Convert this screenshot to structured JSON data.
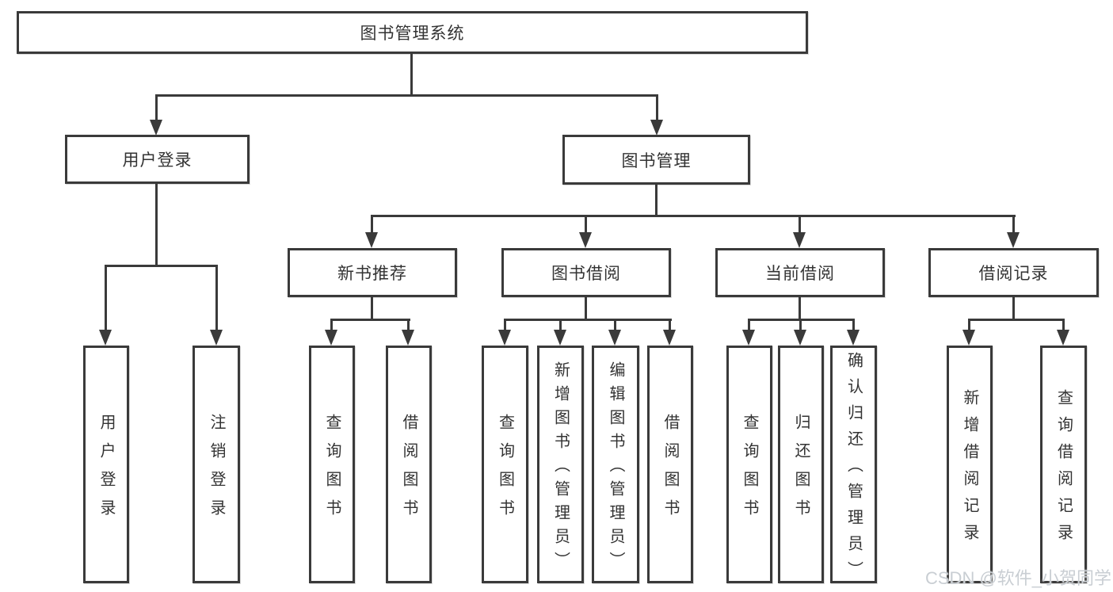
{
  "diagram": {
    "type": "hierarchy-flowchart",
    "colors": {
      "line": "#3a3a3a",
      "text": "#333333",
      "background": "#ffffff",
      "watermark": "#c9ced3"
    },
    "nodes": {
      "root": "图书管理系统",
      "level2": [
        "用户登录",
        "图书管理"
      ],
      "level3": [
        "新书推荐",
        "图书借阅",
        "当前借阅",
        "借阅记录"
      ],
      "children": {
        "user_login": [
          "用户登录",
          "注销登录"
        ],
        "new_books": [
          "查询图书",
          "借阅图书"
        ],
        "book_borrow": [
          "查询图书",
          "新增图书（管理员）",
          "编辑图书（管理员）",
          "借阅图书"
        ],
        "current_borrow": [
          "查询图书",
          "归还图书",
          "确认归还（管理员）"
        ],
        "borrow_records": [
          "新增借阅记录",
          "查询借阅记录"
        ]
      }
    },
    "watermark": "CSDN @软件_小贺同学"
  }
}
